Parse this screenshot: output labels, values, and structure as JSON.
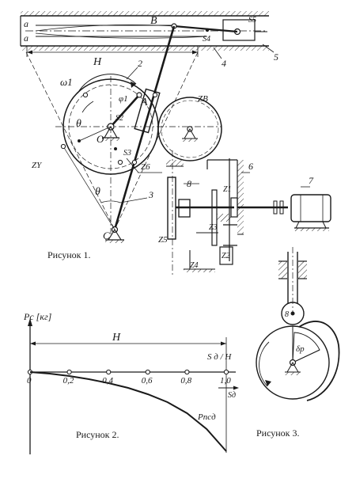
{
  "fig1": {
    "caption": "Рисунок   1.",
    "labels": {
      "a_top": "a",
      "a_bottom": "a",
      "B": "B",
      "S4": "S4",
      "S5": "S5",
      "n5": "5",
      "n4": "4",
      "H": "H",
      "n2": "2",
      "omega1": "ω1",
      "phi1": "φ1",
      "A": "A",
      "S2": "S2",
      "theta_upper": "θ",
      "O": "O",
      "S3": "S3",
      "Z6": "Z6",
      "ZY": "ZY",
      "theta_lower": "θ",
      "n3": "3",
      "C": "C",
      "ZB": "ZB",
      "n8": "8",
      "Z5": "Z5",
      "Z1": "Z1",
      "n6": "6",
      "n7": "7",
      "Z3": "Z3",
      "Z2": "Z2",
      "Z4": "Z4"
    }
  },
  "fig2": {
    "caption": "Рисунок  2.",
    "y_label": "Pc [кг]",
    "h_label": "H",
    "ratio_label": "S д / H",
    "x_axis_label": "Sд",
    "p_label": "Pпсд",
    "ticks": [
      "0",
      "0,2",
      "0,4",
      "0,6",
      "0,8",
      "1,0"
    ],
    "curve": {
      "x": [
        0,
        0.1,
        0.2,
        0.3,
        0.4,
        0.5,
        0.6,
        0.7,
        0.8,
        0.9,
        1.0
      ],
      "y": [
        0,
        -0.02,
        -0.05,
        -0.09,
        -0.14,
        -0.2,
        -0.28,
        -0.38,
        -0.52,
        -0.72,
        -1.0
      ]
    }
  },
  "fig3": {
    "caption": "Рисунок     3.",
    "label_8": "8",
    "label_delta": "δр"
  }
}
